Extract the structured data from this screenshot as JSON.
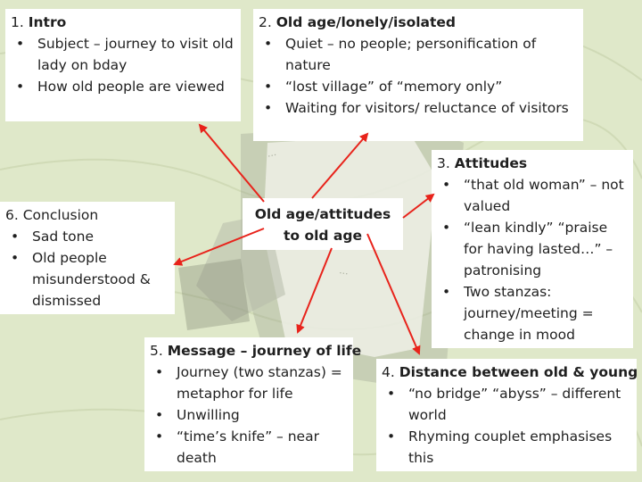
{
  "boxes": {
    "intro": {
      "number": "1.",
      "title": "Intro",
      "bullets": [
        "Subject – journey to visit old lady on bday",
        "How old people are viewed"
      ]
    },
    "old_age": {
      "number": "2.",
      "title": "Old age/lonely/isolated",
      "bullets": [
        "Quiet – no people; personification of nature",
        "“lost village” of “memory only”",
        "Waiting for visitors/ reluctance of visitors"
      ]
    },
    "attitudes": {
      "number": "3.",
      "title": "Attitudes",
      "bullets": [
        "“that old woman” – not valued",
        "“lean kindly” “praise for having lasted…” – patronising",
        "Two stanzas: journey/meeting = change in mood"
      ]
    },
    "distance": {
      "number": "4.",
      "title": "Distance between old & young",
      "bullets": [
        "“no bridge” “abyss” – different world",
        "Rhyming couplet emphasises this"
      ]
    },
    "message": {
      "number": "5.",
      "title": "Message – journey of life",
      "bullets": [
        "Journey (two stanzas) = metaphor for life",
        "Unwilling",
        "“time’s knife” – near death"
      ]
    },
    "conclusion": {
      "number": "6.",
      "title": "Conclusion",
      "bullets": [
        "Sad tone",
        "Old people misunderstood & dismissed"
      ]
    }
  },
  "center": {
    "line1": "Old age/attitudes",
    "line2": "to old age"
  },
  "colors": {
    "arrow": "#e8231b",
    "background": "#dfe8c9",
    "box": "#ffffff"
  }
}
